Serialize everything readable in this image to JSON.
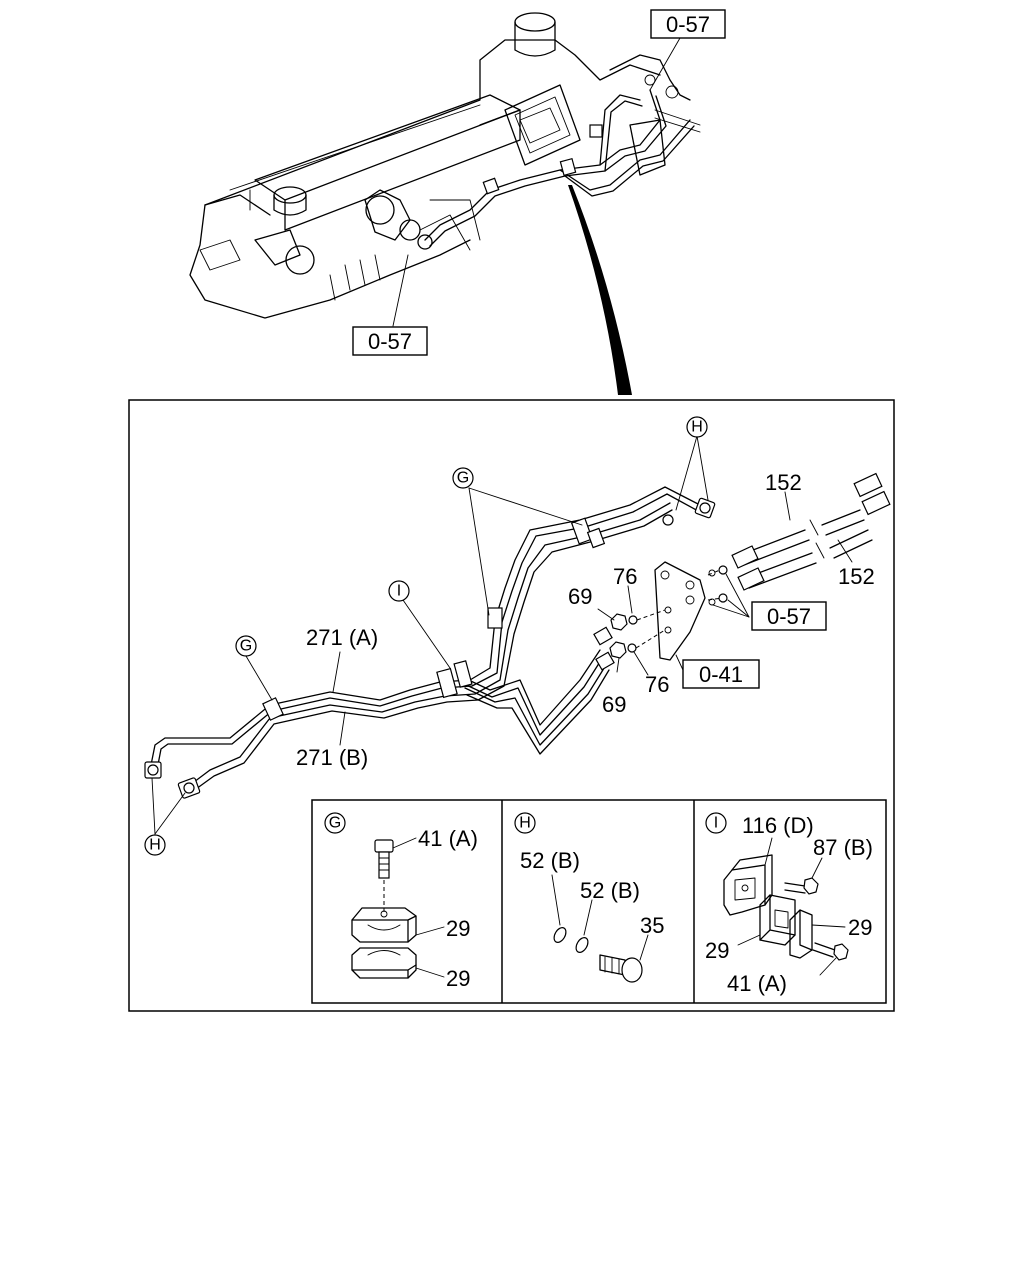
{
  "diagram": {
    "refs": {
      "top_right": "0-57",
      "top_left": "0-57",
      "bracket": "0-57",
      "mount": "0-41"
    },
    "circles": {
      "G1": "G",
      "G2": "G",
      "H1": "H",
      "H2": "H",
      "I1": "I"
    },
    "parts": {
      "p152a": "152",
      "p152b": "152",
      "p76a": "76",
      "p76b": "76",
      "p69a": "69",
      "p69b": "69",
      "p271a": "271 (A)",
      "p271b": "271 (B)"
    },
    "details": {
      "g": {
        "marker": "G",
        "bolt": "41 (A)",
        "clamp_top": "29",
        "clamp_bottom": "29"
      },
      "h": {
        "marker": "H",
        "washer1": "52 (B)",
        "washer2": "52 (B)",
        "bolt": "35"
      },
      "i": {
        "marker": "I",
        "bracket": "116 (D)",
        "bolt": "87 (B)",
        "clamp_right": "29",
        "clamp_left": "29",
        "bolt2": "41 (A)"
      }
    }
  }
}
